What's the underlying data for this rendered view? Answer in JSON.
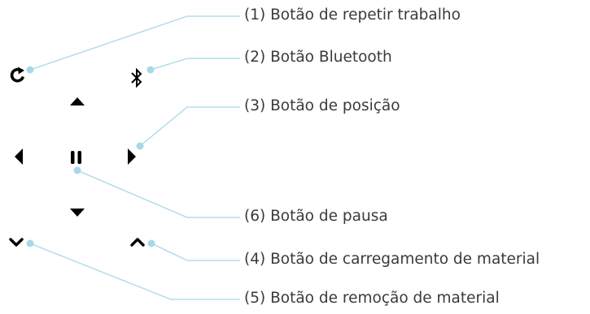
{
  "theme": {
    "leader_color": "#a8d8e8",
    "icon_color": "#000000",
    "text_color": "#3a3a3a"
  },
  "labels": [
    {
      "id": "repeat",
      "text": "(1) Botão de repetir trabalho"
    },
    {
      "id": "bluetooth",
      "text": "(2) Botão Bluetooth"
    },
    {
      "id": "position",
      "text": "(3) Botão de posição"
    },
    {
      "id": "pause",
      "text": "(6) Botão de pausa"
    },
    {
      "id": "load",
      "text": "(4) Botão de carregamento de material"
    },
    {
      "id": "unload",
      "text": "(5) Botão de remoção de material"
    }
  ],
  "icons": {
    "repeat": "repeat-icon",
    "bluetooth": "bluetooth-icon",
    "up": "arrow-up-icon",
    "left": "arrow-left-icon",
    "pause": "pause-icon",
    "right": "arrow-right-icon",
    "down": "arrow-down-icon",
    "unload": "chevron-down-icon",
    "load": "chevron-up-icon"
  }
}
